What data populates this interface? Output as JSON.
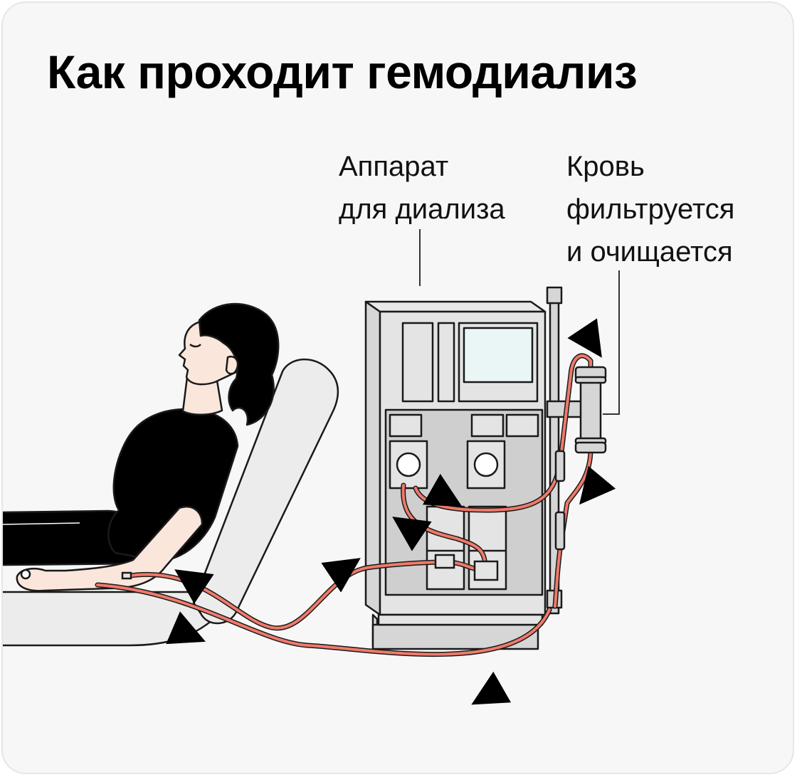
{
  "title": "Как проходит гемодиализ",
  "labels": {
    "machine": [
      "Аппарат",
      "для диализа"
    ],
    "blood": [
      "Кровь",
      "фильтруется",
      "и очищается"
    ]
  },
  "colors": {
    "background": "#f7f7f7",
    "tube": "#ef7a6a",
    "tube_outline": "#1a1a1a",
    "machine": "#e4e4e4",
    "panel": "#cfcfcf",
    "screen": "#eaf6f6",
    "skin": "#fbe6dc",
    "hair": "#000000",
    "chair": "#ececec"
  }
}
